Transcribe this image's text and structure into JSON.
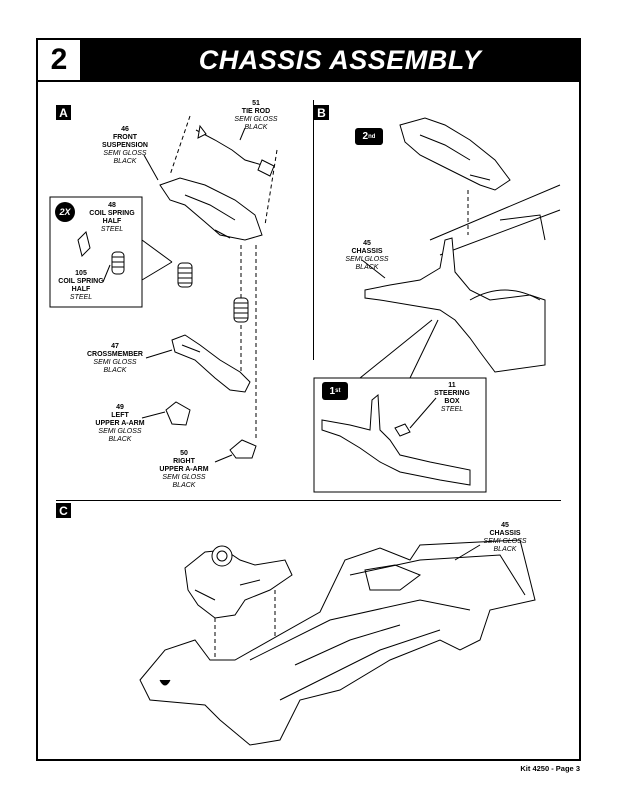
{
  "step": {
    "number": "2",
    "title": "CHASSIS ASSEMBLY"
  },
  "sections": {
    "a": "A",
    "b": "B",
    "c": "C"
  },
  "badges": {
    "multiplier": "2X",
    "first": "1",
    "first_sup": "st",
    "second": "2",
    "second_sup": "nd"
  },
  "parts": {
    "tie_rod": {
      "num": "51",
      "name": "TIE ROD",
      "finish": "SEMI GLOSS BLACK"
    },
    "front_susp": {
      "num": "46",
      "name1": "FRONT",
      "name2": "SUSPENSION",
      "finish1": "SEMI GLOSS",
      "finish2": "BLACK"
    },
    "coil_48": {
      "num": "48",
      "name1": "COIL SPRING",
      "name2": "HALF",
      "finish": "STEEL"
    },
    "coil_105": {
      "num": "105",
      "name1": "COIL SPRING",
      "name2": "HALF",
      "finish": "STEEL"
    },
    "crossmember": {
      "num": "47",
      "name": "CROSSMEMBER",
      "finish": "SEMI GLOSS BLACK"
    },
    "left_arm": {
      "num": "49",
      "name1": "LEFT",
      "name2": "UPPER A-ARM",
      "finish": "SEMI GLOSS BLACK"
    },
    "right_arm": {
      "num": "50",
      "name1": "RIGHT",
      "name2": "UPPER A-ARM",
      "finish": "SEMI GLOSS BLACK"
    },
    "chassis_b": {
      "num": "45",
      "name": "CHASSIS",
      "finish1": "SEMI GLOSS",
      "finish2": "BLACK"
    },
    "steering": {
      "num": "11",
      "name1": "STEERING",
      "name2": "BOX",
      "finish": "STEEL"
    },
    "chassis_c": {
      "num": "45",
      "name": "CHASSIS",
      "finish1": "SEMI GLOSS",
      "finish2": "BLACK"
    }
  },
  "footer": "Kit 4250 - Page 3"
}
